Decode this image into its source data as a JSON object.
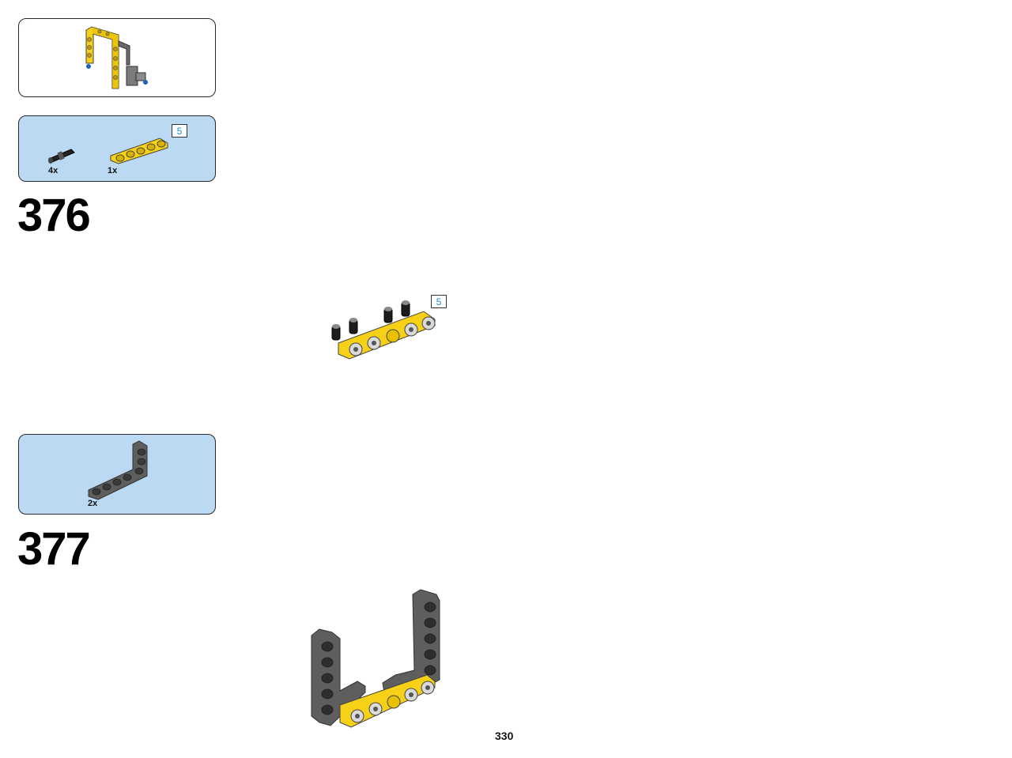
{
  "step_376": {
    "number": "376",
    "parts": [
      {
        "qty": "4x",
        "icon": "black-axle-pin-icon"
      },
      {
        "qty": "1x",
        "icon": "yellow-beam-5-icon",
        "length_tag": "5"
      }
    ],
    "assembly_length_tag": "5"
  },
  "step_377": {
    "number": "377",
    "parts": [
      {
        "qty": "2x",
        "icon": "gray-angled-beam-icon"
      }
    ]
  },
  "page_number": "330",
  "colors": {
    "parts_panel_bg": "#bcd9f3",
    "beam_yellow": "#f7d117",
    "beam_gray": "#5e5e5e",
    "length_tag_text": "#1d8fd8"
  }
}
